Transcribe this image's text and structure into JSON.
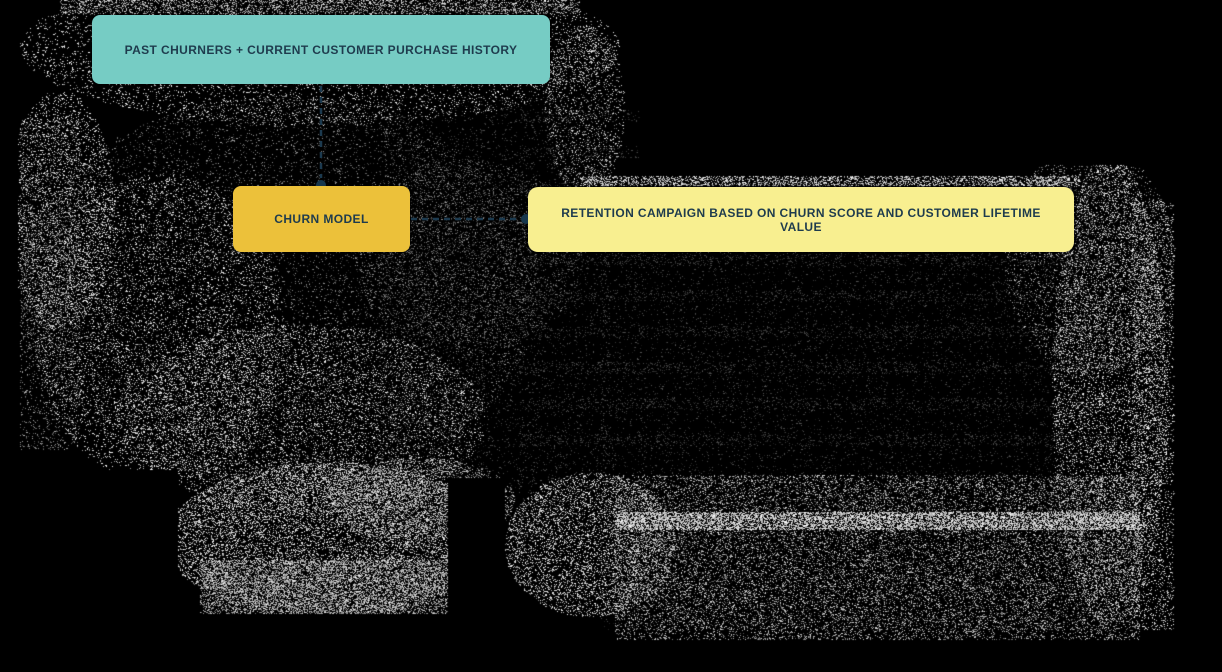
{
  "diagram": {
    "nodes": [
      {
        "id": "purchase-history",
        "label": "PAST CHURNERS + CURRENT CUSTOMER PURCHASE HISTORY",
        "color": "#76ccc4"
      },
      {
        "id": "churn-model",
        "label": "CHURN MODEL",
        "color": "#ecc13a"
      },
      {
        "id": "retention-campaign",
        "label": "RETENTION CAMPAIGN BASED ON CHURN SCORE AND CUSTOMER LIFETIME VALUE",
        "color": "#f8ef90"
      }
    ],
    "connectors": [
      {
        "from": "purchase-history",
        "to": "churn-model",
        "style": "dashed",
        "terminal": "dot"
      },
      {
        "from": "churn-model",
        "to": "retention-campaign",
        "style": "dashed",
        "terminal": "dot"
      }
    ],
    "colors": {
      "background": "#000000",
      "node_text": "#1e3b4d",
      "connector": "#1c3a4f"
    }
  }
}
